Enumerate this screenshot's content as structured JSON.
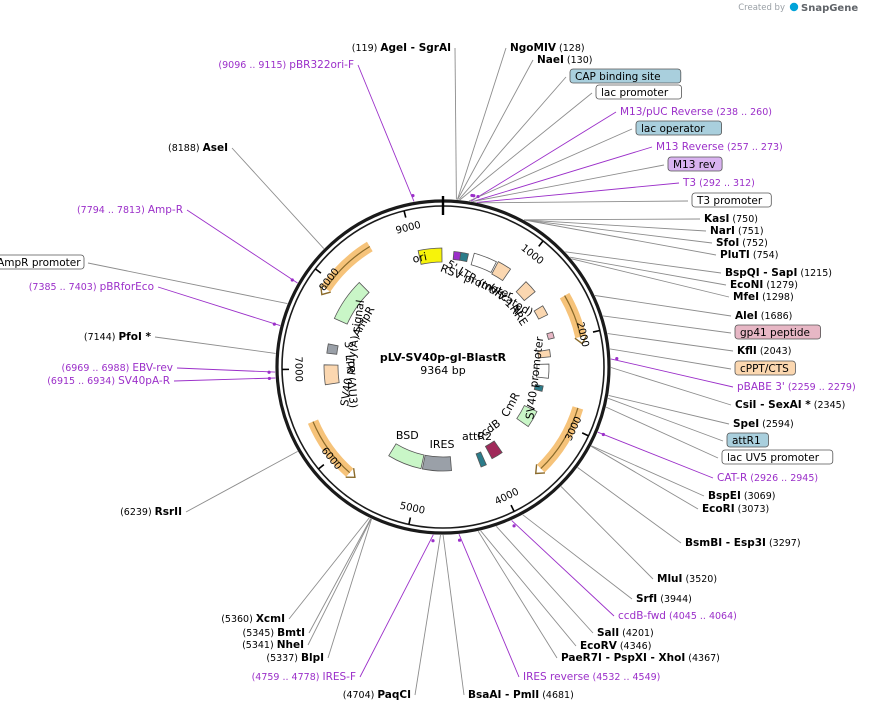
{
  "credit": {
    "prefix": "Created by",
    "brand": "SnapGene"
  },
  "plasmid": {
    "name": "pLV-SV40p-gI-BlastR",
    "length": "9364 bp"
  },
  "ring_ticks": [
    {
      "label": "1000",
      "bp": 1000
    },
    {
      "label": "2000",
      "bp": 2000
    },
    {
      "label": "3000",
      "bp": 3000
    },
    {
      "label": "4000",
      "bp": 4000
    },
    {
      "label": "5000",
      "bp": 5000
    },
    {
      "label": "6000",
      "bp": 6000
    },
    {
      "label": "7000",
      "bp": 7000
    },
    {
      "label": "8000",
      "bp": 8000
    },
    {
      "label": "9000",
      "bp": 9000
    }
  ],
  "labels": [
    {
      "kind": "enzyme",
      "name": "AgeI",
      "name2": "SgrAI",
      "pos": "(119)",
      "side": "L",
      "bp": 119
    },
    {
      "kind": "enzyme",
      "name": "NgoMIV",
      "pos": "(128)",
      "side": "R",
      "bp": 128
    },
    {
      "kind": "enzyme",
      "name": "NaeI",
      "pos": "(130)",
      "side": "R",
      "bp": 130
    },
    {
      "kind": "feature",
      "name": "CAP binding site",
      "fill": "#a9cfdd",
      "side": "R",
      "bp": 140
    },
    {
      "kind": "feature",
      "name": "lac promoter",
      "fill": "#ffffff",
      "side": "R",
      "bp": 150
    },
    {
      "kind": "primer",
      "name": "M13/pUC Reverse",
      "pos": "(238 .. 260)",
      "side": "R",
      "bp": 249
    },
    {
      "kind": "feature",
      "name": "lac operator",
      "fill": "#a9cfdd",
      "side": "R",
      "bp": 232
    },
    {
      "kind": "primer",
      "name": "M13 Reverse",
      "pos": "(257 .. 273)",
      "side": "R",
      "bp": 265
    },
    {
      "kind": "feature",
      "name": "M13 rev",
      "fill": "#d9b3f0",
      "side": "R",
      "bp": 262
    },
    {
      "kind": "primer",
      "name": "T3",
      "pos": "(292 .. 312)",
      "side": "R",
      "bp": 302
    },
    {
      "kind": "feature",
      "name": "T3 promoter",
      "fill": "#ffffff",
      "side": "R",
      "bp": 318
    },
    {
      "kind": "enzyme",
      "name": "KasI",
      "pos": "(750)",
      "side": "R",
      "bp": 750
    },
    {
      "kind": "enzyme",
      "name": "NarI",
      "pos": "(751)",
      "side": "R",
      "bp": 751
    },
    {
      "kind": "enzyme",
      "name": "SfoI",
      "pos": "(752)",
      "side": "R",
      "bp": 752
    },
    {
      "kind": "enzyme",
      "name": "PluTI",
      "pos": "(754)",
      "side": "R",
      "bp": 754
    },
    {
      "kind": "enzyme",
      "name": "BspQI",
      "name2": "SapI",
      "pos": "(1215)",
      "side": "R",
      "bp": 1215
    },
    {
      "kind": "enzyme",
      "name": "EcoNI",
      "pos": "(1279)",
      "side": "R",
      "bp": 1279
    },
    {
      "kind": "enzyme",
      "name": "MfeI",
      "pos": "(1298)",
      "side": "R",
      "bp": 1298
    },
    {
      "kind": "enzyme",
      "name": "AleI",
      "pos": "(1686)",
      "side": "R",
      "bp": 1686
    },
    {
      "kind": "feature",
      "name": "gp41 peptide",
      "fill": "#e7b7c5",
      "side": "R",
      "bp": 1880
    },
    {
      "kind": "enzyme",
      "name": "KflI",
      "pos": "(2043)",
      "side": "R",
      "bp": 2043
    },
    {
      "kind": "feature",
      "name": "cPPT/CTS",
      "fill": "#fbd7b0",
      "side": "R",
      "bp": 2180
    },
    {
      "kind": "primer",
      "name": "pBABE 3'",
      "pos": "(2259 .. 2279)",
      "side": "R",
      "bp": 2269
    },
    {
      "kind": "enzyme",
      "name": "CsiI",
      "name2": "SexAI *",
      "pos": "(2345)",
      "side": "R",
      "bp": 2345
    },
    {
      "kind": "enzyme",
      "name": "SpeI",
      "pos": "(2594)",
      "side": "R",
      "bp": 2594
    },
    {
      "kind": "feature",
      "name": "attR1",
      "fill": "#a9cfdd",
      "side": "R",
      "bp": 2620
    },
    {
      "kind": "feature",
      "name": "lac UV5 promoter",
      "fill": "#ffffff",
      "side": "R",
      "bp": 2700
    },
    {
      "kind": "primer",
      "name": "CAT-R",
      "pos": "(2926 .. 2945)",
      "side": "R",
      "bp": 2935
    },
    {
      "kind": "enzyme",
      "name": "BspEI",
      "pos": "(3069)",
      "side": "R",
      "bp": 3069
    },
    {
      "kind": "enzyme",
      "name": "EcoRI",
      "pos": "(3073)",
      "side": "R",
      "bp": 3073
    },
    {
      "kind": "enzyme",
      "name": "BsmBI",
      "name2": "Esp3I",
      "pos": "(3297)",
      "side": "R",
      "bp": 3297
    },
    {
      "kind": "enzyme",
      "name": "MluI",
      "pos": "(3520)",
      "side": "R",
      "bp": 3520
    },
    {
      "kind": "enzyme",
      "name": "SrfI",
      "pos": "(3944)",
      "side": "R",
      "bp": 3944
    },
    {
      "kind": "primer",
      "name": "ccdB-fwd",
      "pos": "(4045 .. 4064)",
      "side": "R",
      "bp": 4055
    },
    {
      "kind": "enzyme",
      "name": "SalI",
      "pos": "(4201)",
      "side": "R",
      "bp": 4201
    },
    {
      "kind": "enzyme",
      "name": "EcoRV",
      "pos": "(4346)",
      "side": "R",
      "bp": 4346
    },
    {
      "kind": "enzyme",
      "name": "PaeR7I",
      "name2": "PspXI",
      "name3": "XhoI",
      "pos": "(4367)",
      "side": "R",
      "bp": 4367
    },
    {
      "kind": "primer",
      "name": "IRES reverse",
      "pos": "(4532 .. 4549)",
      "side": "R",
      "bp": 4540
    },
    {
      "kind": "enzyme",
      "name": "BsaAI",
      "name2": "PmlI",
      "pos": "(4681)",
      "side": "R",
      "bp": 4681
    },
    {
      "kind": "enzyme",
      "name": "PaqCI",
      "pos": "(4704)",
      "side": "L",
      "bp": 4704
    },
    {
      "kind": "primer",
      "name": "IRES-F",
      "pos": "(4759 .. 4778)",
      "side": "L",
      "bp": 4768
    },
    {
      "kind": "enzyme",
      "name": "BlpI",
      "pos": "(5337)",
      "side": "L",
      "bp": 5337
    },
    {
      "kind": "enzyme",
      "name": "NheI",
      "pos": "(5341)",
      "side": "L",
      "bp": 5341
    },
    {
      "kind": "enzyme",
      "name": "BmtI",
      "pos": "(5345)",
      "side": "L",
      "bp": 5345
    },
    {
      "kind": "enzyme",
      "name": "XcmI",
      "pos": "(5360)",
      "side": "L",
      "bp": 5360
    },
    {
      "kind": "enzyme",
      "name": "RsrII",
      "pos": "(6239)",
      "side": "L",
      "bp": 6239
    },
    {
      "kind": "primer",
      "name": "SV40pA-R",
      "pos": "(6915 .. 6934)",
      "side": "L",
      "bp": 6925
    },
    {
      "kind": "primer",
      "name": "EBV-rev",
      "pos": "(6969 .. 6988)",
      "side": "L",
      "bp": 6978
    },
    {
      "kind": "enzyme",
      "name": "PfoI *",
      "pos": "(7144)",
      "side": "L",
      "bp": 7144
    },
    {
      "kind": "primer",
      "name": "pBRforEco",
      "pos": "(7385 .. 7403)",
      "side": "L",
      "bp": 7394
    },
    {
      "kind": "feature",
      "name": "AmpR promoter",
      "fill": "#ffffff",
      "side": "L",
      "bp": 7600
    },
    {
      "kind": "primer",
      "name": "Amp-R",
      "pos": "(7794 .. 7813)",
      "side": "L",
      "bp": 7803
    },
    {
      "kind": "enzyme",
      "name": "AseI",
      "pos": "(8188)",
      "side": "L",
      "bp": 8188
    },
    {
      "kind": "primer",
      "name": "pBR322ori-F",
      "pos": "(9096 .. 9115)",
      "side": "L",
      "bp": 9105
    }
  ],
  "inner_labels": [
    {
      "name": "ori",
      "bp": 9050
    },
    {
      "name": "RSV promoter",
      "bp": 560
    },
    {
      "name": "5' LTR (truncated)",
      "bp": 800
    },
    {
      "name": "HIV-1 Ψ",
      "bp": 1120
    },
    {
      "name": "RRE",
      "bp": 1450
    },
    {
      "name": "SV40 promoter",
      "bp": 2520
    },
    {
      "name": "CmR",
      "bp": 3100
    },
    {
      "name": "ccdB",
      "bp": 3750
    },
    {
      "name": "attR2",
      "bp": 4000
    },
    {
      "name": "IRES",
      "bp": 4700
    },
    {
      "name": "BSD",
      "bp": 5400
    },
    {
      "name": "3' LTR (ΔU3)",
      "bp": 6900
    },
    {
      "name": "SV40 poly(A) signal",
      "bp": 7250
    },
    {
      "name": "AmpR",
      "bp": 7800
    }
  ]
}
